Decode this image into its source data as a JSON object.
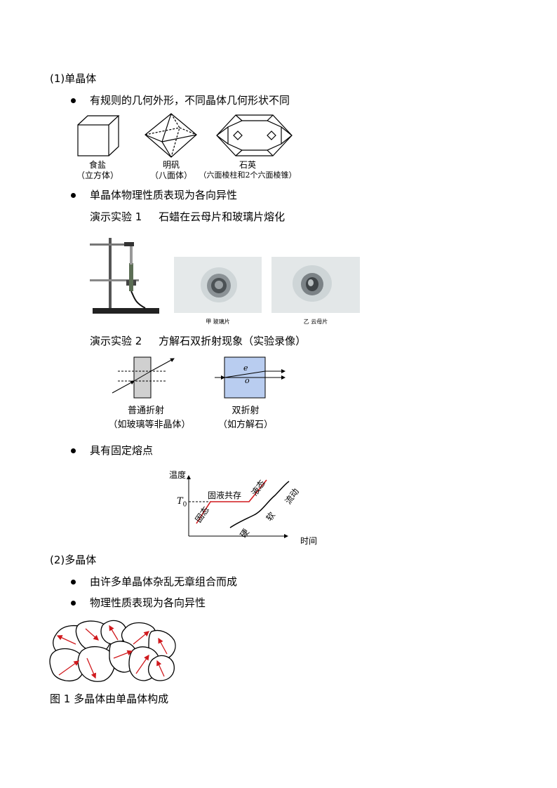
{
  "section1": {
    "heading": "(1)单晶体",
    "bullet1": "有规则的几何外形，不同晶体几何形状不同",
    "crystals": [
      {
        "name": "食盐",
        "shape": "（立方体）"
      },
      {
        "name": "明矾",
        "shape": "（八面体）"
      },
      {
        "name": "石英",
        "shape": "（六面棱柱和2个六面棱锥）"
      }
    ],
    "bullet2": "单晶体物理性质表现为各向异性",
    "demo1": "演示实验 1     石蜡在云母片和玻璃片熔化",
    "photo_labels": [
      "甲   玻璃片",
      "乙   云母片"
    ],
    "demo2": "演示实验 2     方解石双折射现象（实验录像）",
    "refraction": [
      {
        "name": "普通折射",
        "note": "（如玻璃等非晶体）"
      },
      {
        "name": "双折射",
        "note": "（如方解石）",
        "ray_e": "e",
        "ray_o": "o"
      }
    ],
    "bullet3": "具有固定熔点",
    "melting_chart": {
      "ylabel": "温度",
      "xlabel": "时间",
      "t0_label": "T",
      "t0_sub": "0",
      "labels": [
        "固态",
        "固液共存",
        "液态",
        "硬",
        "软",
        "流动"
      ]
    }
  },
  "section2": {
    "heading": "(2)多晶体",
    "bullet1": "由许多单晶体杂乱无章组合而成",
    "bullet2": "物理性质表现为各向异性",
    "figure_caption": "图 1 多晶体由单晶体构成"
  },
  "colors": {
    "accent_red": "#d0191d",
    "crystal_blue": "#b9cdf0"
  }
}
